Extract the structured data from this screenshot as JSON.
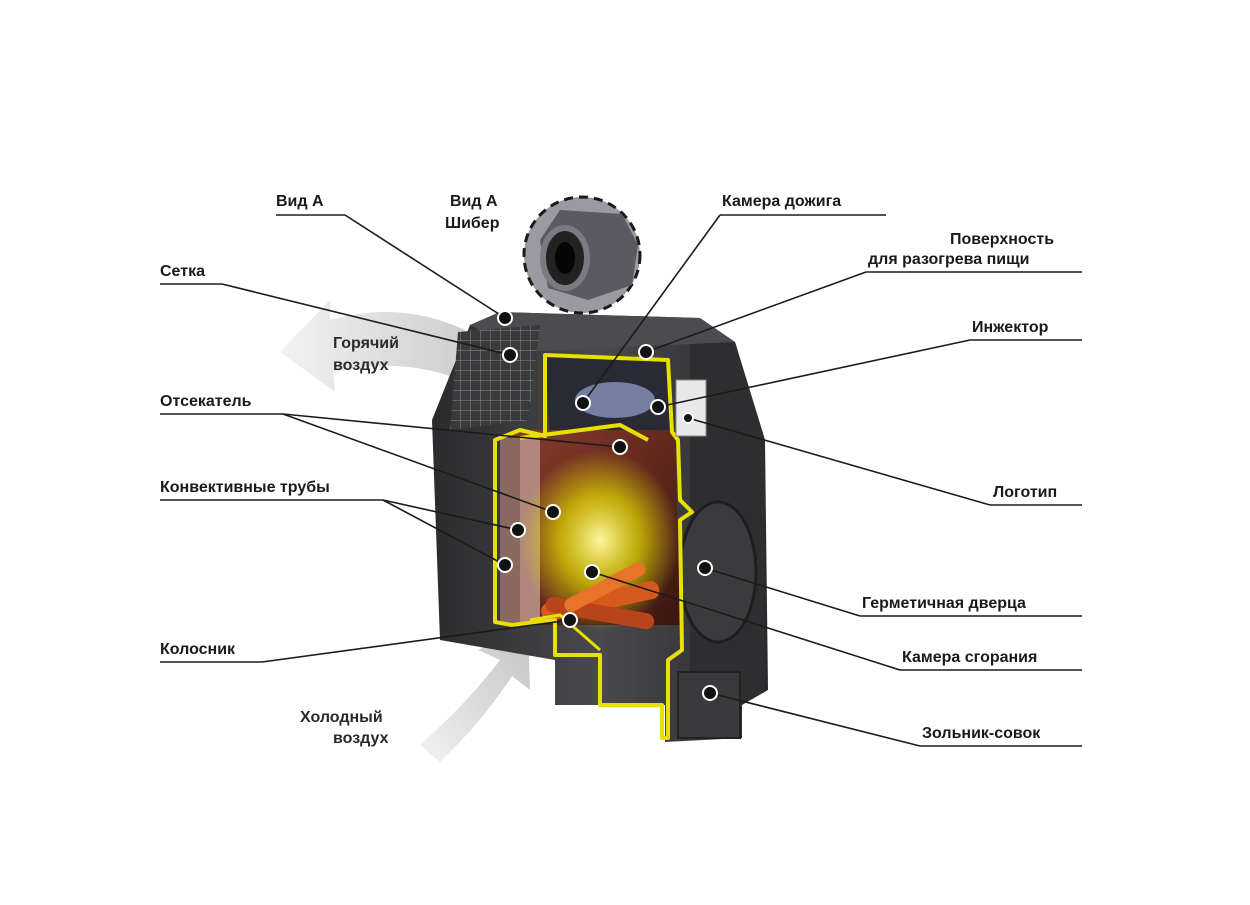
{
  "labels": {
    "vid_a": "Вид А",
    "vid_a_shiber_1": "Вид А",
    "vid_a_shiber_2": "Шибер",
    "setka": "Сетка",
    "hot_air_1": "Горячий",
    "hot_air_2": "воздух",
    "otsekatel": "Отсекатель",
    "convection_tubes": "Конвективные трубы",
    "kolosnik": "Колосник",
    "cold_air_1": "Холодный",
    "cold_air_2": "воздух",
    "afterburn_chamber": "Камера дожига",
    "cooking_surface_1": "Поверхность",
    "cooking_surface_2": "для разогрева пищи",
    "injector": "Инжектор",
    "logo": "Логотип",
    "sealed_door": "Герметичная дверца",
    "combustion_chamber": "Камера сгорания",
    "ash_pan": "Зольник-совок"
  },
  "colors": {
    "outline": "#e8e000",
    "body": "#3a3a3c",
    "interior": "#6b2e22",
    "leader": "#1b1b1b"
  }
}
